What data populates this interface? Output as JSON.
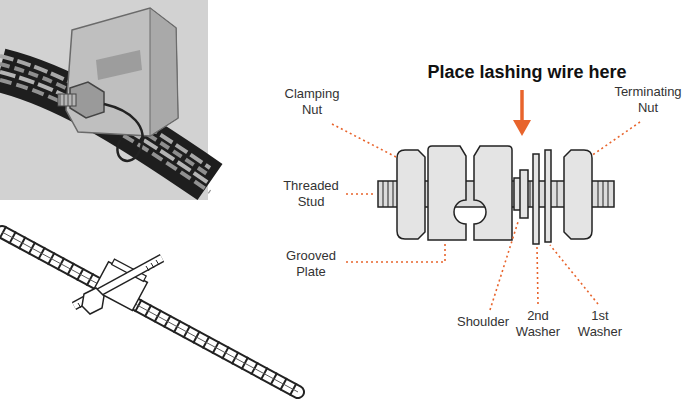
{
  "diagram": {
    "labels": [
      "Place lashing wire here",
      "Clamping Nut",
      "Threaded Stud",
      "Grooved Plate",
      "Shoulder",
      "2nd Washer",
      "1st Washer",
      "Terminating Nut"
    ]
  }
}
